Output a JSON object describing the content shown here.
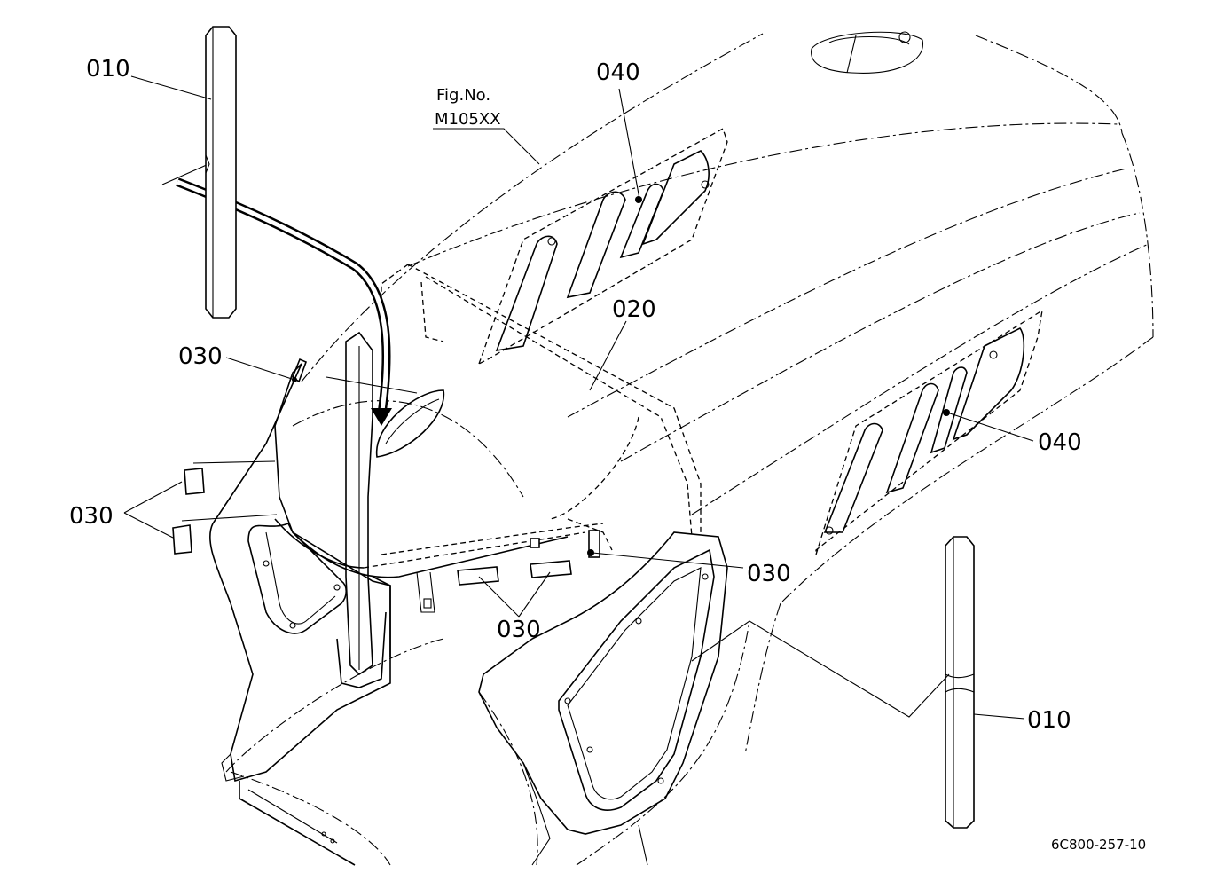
{
  "figure": {
    "fig_no_label": "Fig.No.",
    "fig_no_value": "M105XX",
    "drawing_code": "6C800-257-10"
  },
  "callouts": [
    {
      "id": "callout-010-top",
      "text": "010"
    },
    {
      "id": "callout-040-top",
      "text": "040"
    },
    {
      "id": "callout-020",
      "text": "020"
    },
    {
      "id": "callout-030-left",
      "text": "030"
    },
    {
      "id": "callout-030-lower-left",
      "text": "030"
    },
    {
      "id": "callout-040-right",
      "text": "040"
    },
    {
      "id": "callout-030-right",
      "text": "030"
    },
    {
      "id": "callout-030-bottom",
      "text": "030"
    },
    {
      "id": "callout-010-bottom",
      "text": "010"
    }
  ]
}
